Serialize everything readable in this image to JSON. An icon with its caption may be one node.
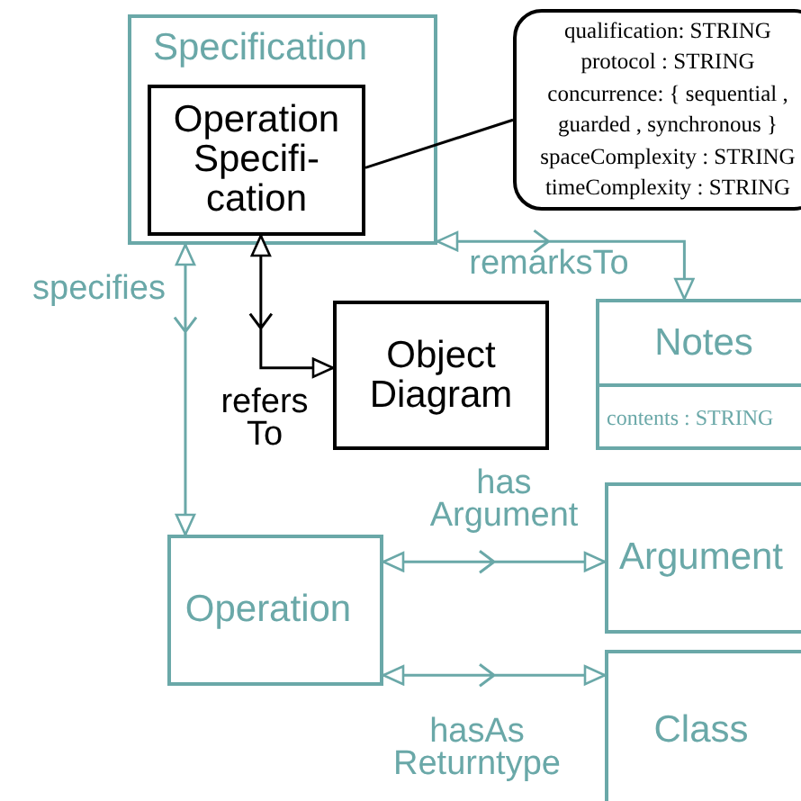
{
  "diagram": {
    "nodes": [
      {
        "text": [
          "Specification"
        ]
      },
      {
        "text": [
          "Operation Specifi-cation"
        ],
        "in": 0
      },
      {
        "text": [
          "qualification: STRING",
          "protocol : STRING",
          "concurrence: { sequential , guarded , synchronous }",
          "spaceComplexity : STRING",
          "timeComplexity : STRING"
        ]
      },
      {
        "text": [
          "Object Diagram"
        ]
      },
      {
        "text": [
          "Notes",
          "contents : STRING"
        ]
      },
      {
        "text": [
          "Operation"
        ]
      },
      {
        "text": [
          "Argument"
        ]
      },
      {
        "text": [
          "Class"
        ]
      }
    ],
    "edges": [
      {
        "from": 1,
        "to": 2,
        "arrow": "none",
        "color": "#000000"
      },
      {
        "from": 0,
        "to": 5,
        "arrow": "both",
        "label": "specifies"
      },
      {
        "from": 1,
        "to": 3,
        "arrow": "both",
        "label": "refers To",
        "color": "#000000"
      },
      {
        "from": 0,
        "to": 4,
        "arrow": "both",
        "label": "remarksTo"
      },
      {
        "from": 5,
        "to": 6,
        "arrow": "both",
        "label": "has Argument"
      },
      {
        "from": 5,
        "to": 7,
        "arrow": "both",
        "label": "hasAs Returntype"
      }
    ]
  }
}
